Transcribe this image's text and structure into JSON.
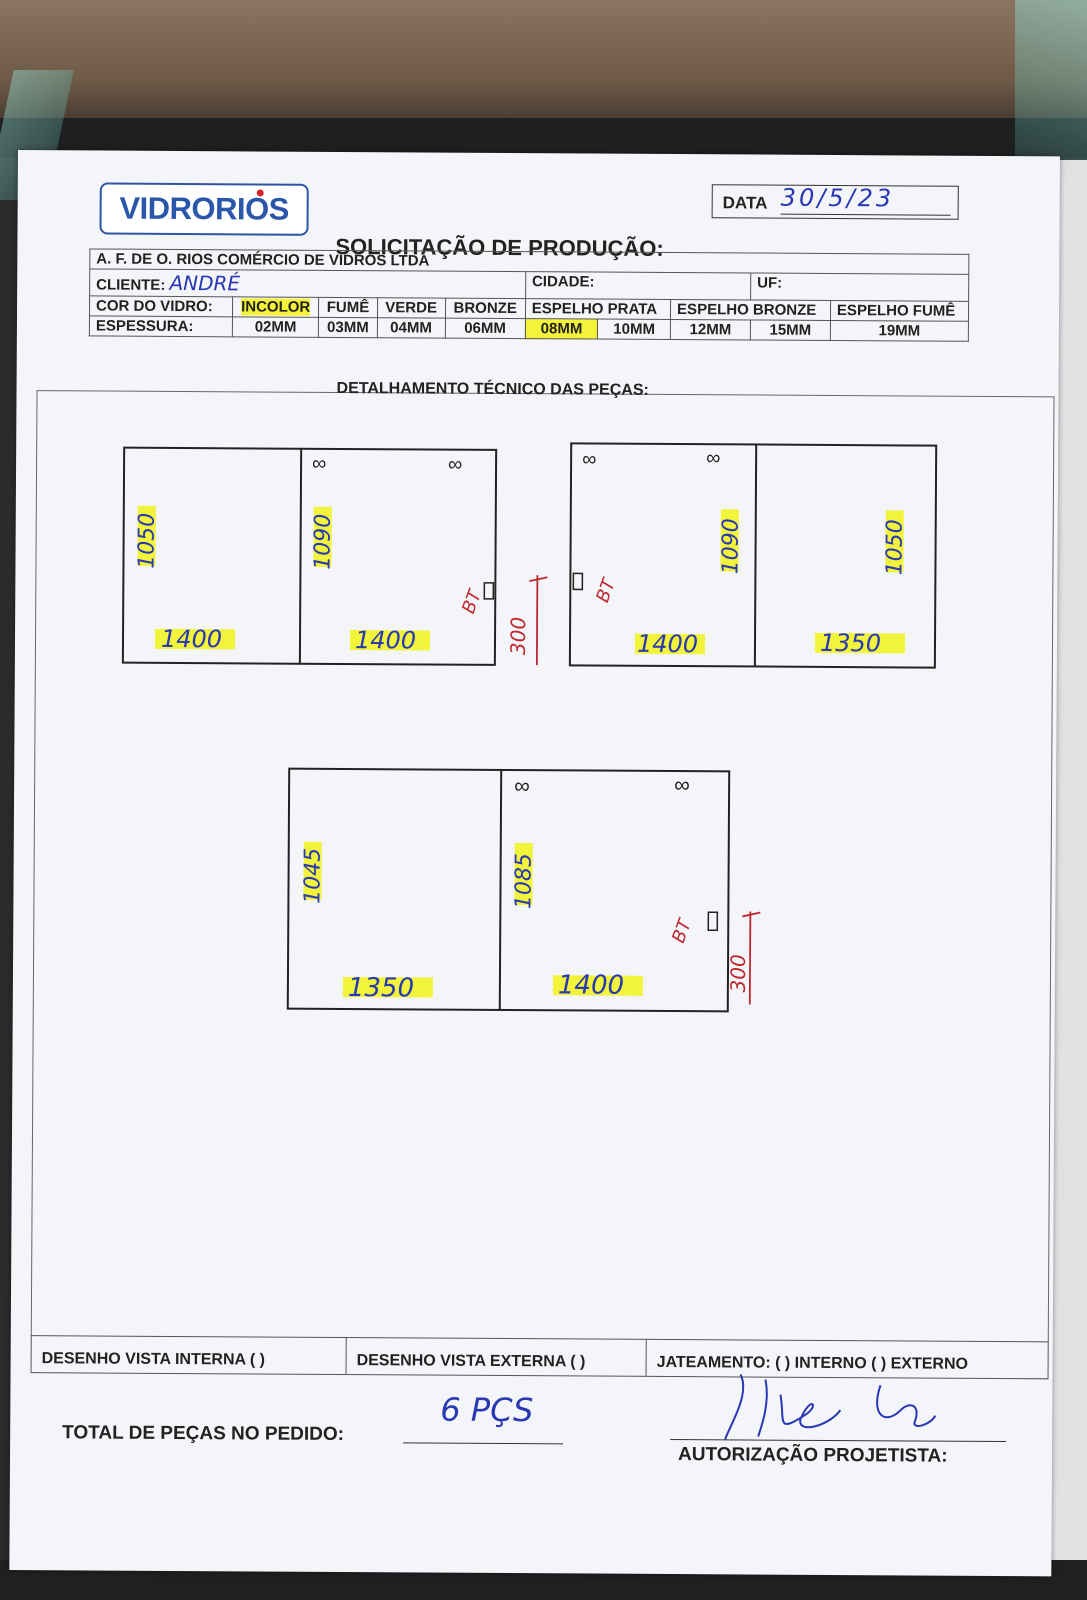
{
  "header": {
    "logo_text": "VIDRORIOS",
    "date_label": "DATA",
    "date_value": "30/5/23",
    "title": "SOLICITAÇÃO DE PRODUÇÃO:"
  },
  "company_name": "A. F. DE O. RIOS COMÉRCIO DE VIDROS LTDA",
  "client": {
    "label": "CLIENTE:",
    "value": "ANDRÉ",
    "city_label": "CIDADE:",
    "uf_label": "UF:"
  },
  "glass_color": {
    "label": "COR DO VIDRO:",
    "options": [
      "INCOLOR",
      "FUMÊ",
      "VERDE",
      "BRONZE",
      "ESPELHO PRATA",
      "ESPELHO BRONZE",
      "ESPELHO FUMÊ"
    ],
    "selected": "INCOLOR"
  },
  "thickness": {
    "label": "ESPESSURA:",
    "options": [
      "02MM",
      "03MM",
      "04MM",
      "06MM",
      "08MM",
      "10MM",
      "12MM",
      "15MM",
      "19MM"
    ],
    "selected": "08MM"
  },
  "detail_title": "DETALHAMENTO TÉCNICO DAS PEÇAS:",
  "drawings": {
    "d1": {
      "h_left": "1050",
      "h_right": "1090",
      "w_left": "1400",
      "w_right": "1400",
      "mark": "BT",
      "offset": "300",
      "hinge": "∞"
    },
    "d2": {
      "h_left": "1090",
      "h_right": "1050",
      "w_left": "1400",
      "w_right": "1350",
      "mark": "BT",
      "hinge": "∞"
    },
    "d3": {
      "h_left": "1045",
      "h_right": "1085",
      "w_left": "1350",
      "w_right": "1400",
      "mark": "BT",
      "offset": "300",
      "hinge": "∞"
    }
  },
  "footer": {
    "internal": "DESENHO VISTA INTERNA ( )",
    "external": "DESENHO VISTA EXTERNA ( )",
    "blasting": "JATEAMENTO: ( ) INTERNO ( ) EXTERNO"
  },
  "total": {
    "label": "TOTAL DE PEÇAS NO PEDIDO:",
    "value": "6 PÇS"
  },
  "authorization": {
    "label": "AUTORIZAÇÃO PROJETISTA:",
    "signature": "Filipe Rios"
  }
}
